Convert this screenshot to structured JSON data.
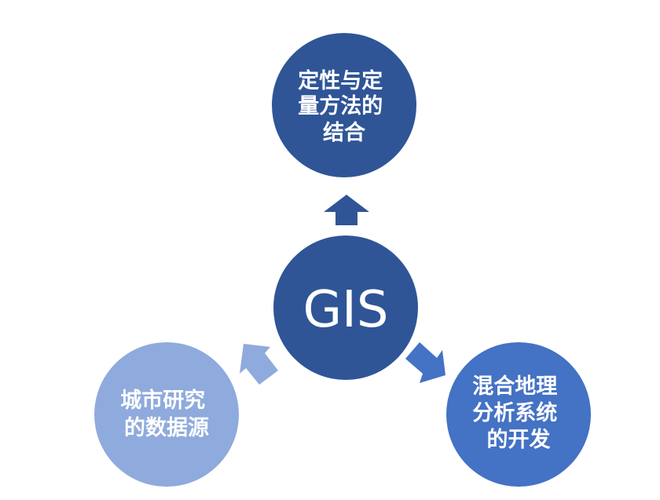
{
  "center": {
    "label": "GIS",
    "color": "#2f5597"
  },
  "nodes": {
    "top": {
      "lines": [
        "定性与定",
        "量方法的",
        "结合"
      ],
      "color": "#2f5597"
    },
    "left": {
      "lines": [
        "城市研究",
        "的数据源"
      ],
      "color": "#8faadc"
    },
    "right": {
      "lines": [
        "混合地理",
        "分析系统",
        "的开发"
      ],
      "color": "#4472c4"
    }
  },
  "arrows": {
    "top_color": "#2f5597",
    "left_color": "#8faadc",
    "right_color": "#4472c4"
  }
}
